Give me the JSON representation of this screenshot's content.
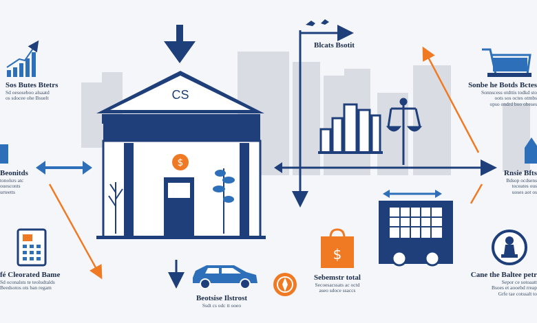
{
  "colors": {
    "navy": "#1f3f7a",
    "blue": "#2d6fb8",
    "orange": "#f07a24",
    "skyline": "#d3d7de"
  },
  "icons": [
    "bar-chart-icon",
    "arrow-down-icon",
    "arrow-right-icon",
    "bank-icon",
    "dollar-coin-icon",
    "tree-icon",
    "two-way-arrow-icon",
    "shopping-cart-icon",
    "scales-icon",
    "calculator-icon",
    "car-icon",
    "shopping-bag-icon",
    "compass-icon",
    "house-icon",
    "chess-pawn-icon",
    "bird-icon"
  ],
  "bank": {
    "sign": "CS"
  },
  "labels": {
    "top_left_title": "Sos Butes Btetrs",
    "top_left_lines": [
      "Sd oesoseboo alsaatd",
      "os sdocee ohe Bsuelt"
    ],
    "mid_left_title": "Beonitds",
    "mid_left_lines": [
      "tonolsrs atc",
      "ouesconts",
      "urteetts"
    ],
    "low_left_title": "fé Cleorated Bame",
    "low_left_lines": [
      "Sd oconalsts te teoludtalds",
      "Beedsotos ots ban regam"
    ],
    "top_center_title": "Blcats Bsotit",
    "top_right_title": "Sonbe he Botds Bctes",
    "top_right_lines": [
      "Sonnscess otdttis todkd sto",
      "oots sos octes otmbs",
      "opso ondrd boo obeses"
    ],
    "mid_right_title": "Rnsie Bfts",
    "mid_right_lines": [
      "Bdsop ocdsens",
      "toceates ous",
      "uoses aot os"
    ],
    "bottom_car_title": "Beotsise Ilstrost",
    "bottom_car_lines": [
      "Ssdt cs odc tt ooeo"
    ],
    "bottom_center_title": "Sebemstr total",
    "bottom_center_lines": [
      "Secoesacssats ac octd",
      "aseo sdoce ssaccs"
    ],
    "bottom_right_title": "Cane the Baltee petr",
    "bottom_right_lines": [
      "Sepor ce sotoaatt",
      "Bsoes et aooebd rreap",
      "Grfe tae cotssalt to"
    ]
  }
}
